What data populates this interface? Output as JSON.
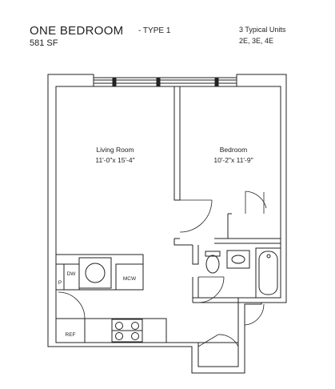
{
  "header": {
    "title": "ONE BEDROOM",
    "type": "- TYPE 1",
    "area": "581 SF",
    "units_count": "3 Typical Units",
    "units_list": "2E, 3E, 4E"
  },
  "rooms": {
    "living": {
      "name": "Living Room",
      "dims": "11'-0\"x 15'-4\""
    },
    "bedroom": {
      "name": "Bedroom",
      "dims": "10'-2\"x 11'-9\""
    }
  },
  "fixtures": {
    "dishwasher": "DW",
    "pantry": "P",
    "microwave": "MCW",
    "refrigerator": "REF"
  }
}
